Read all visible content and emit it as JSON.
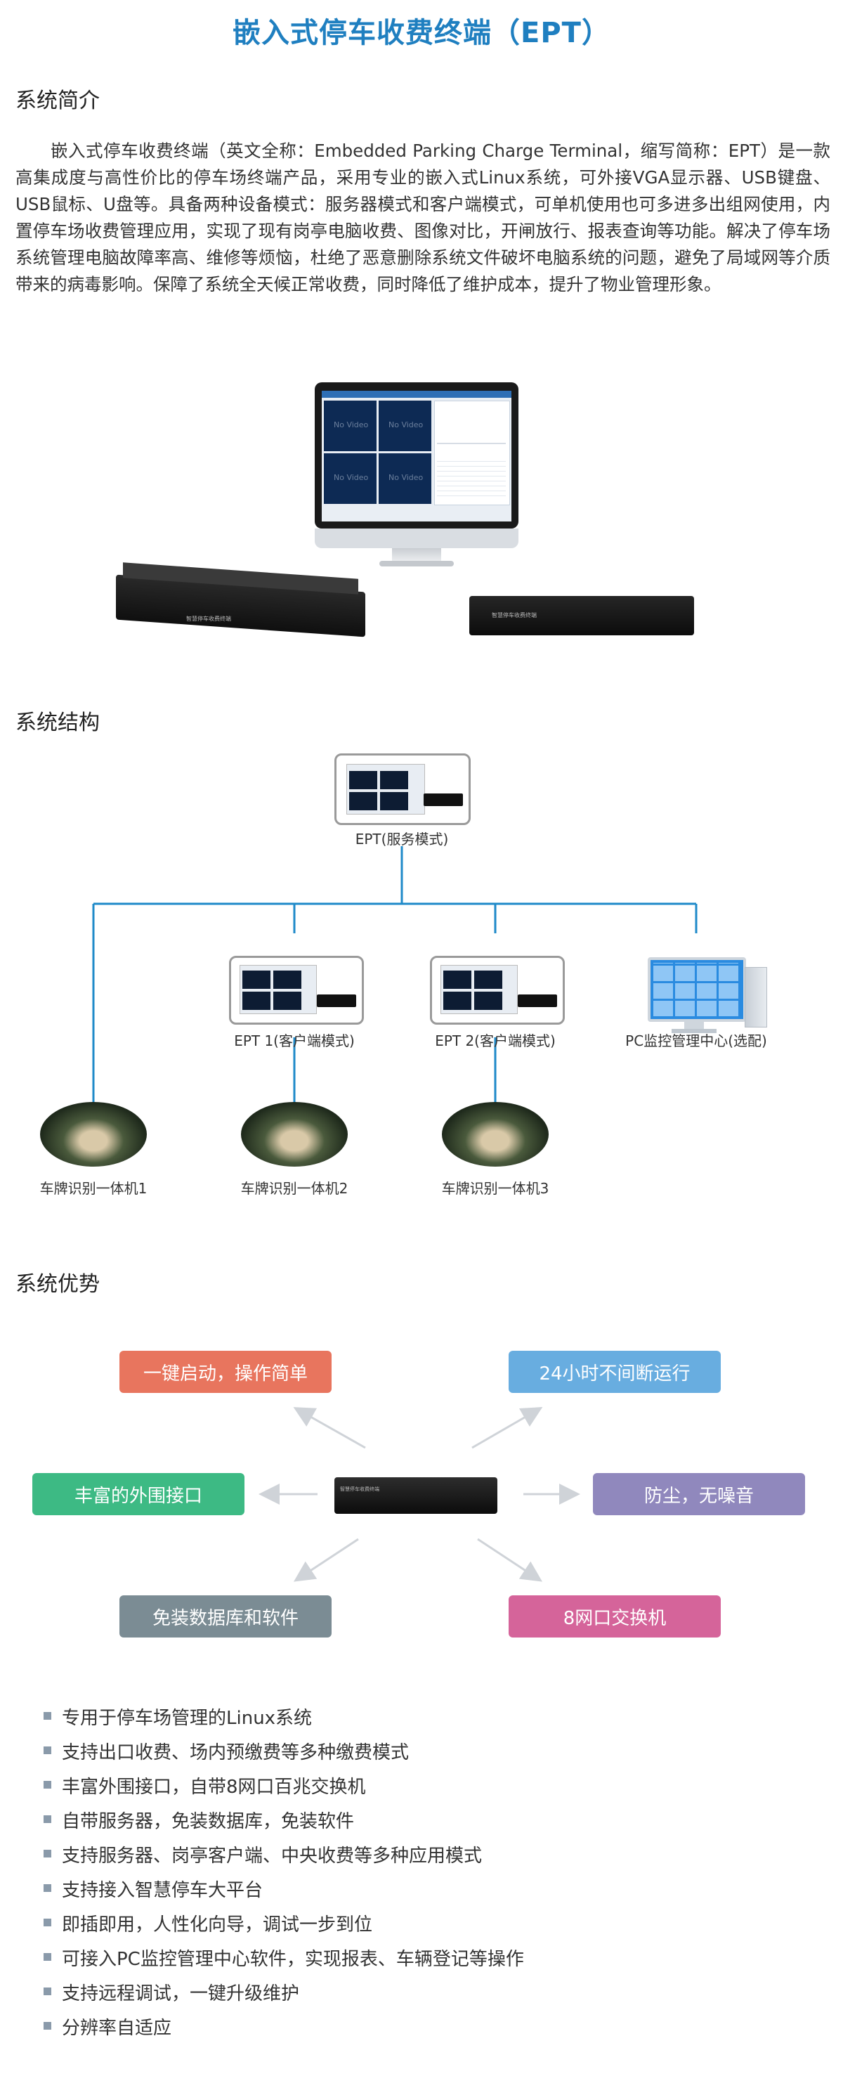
{
  "title": "嵌入式停车收费终端（EPT）",
  "sections": {
    "intro_heading": "系统简介",
    "intro_text": "　　嵌入式停车收费终端（英文全称：Embedded Parking Charge Terminal，缩写简称：EPT）是一款高集成度与高性价比的停车场终端产品，采用专业的嵌入式Linux系统，可外接VGA显示器、USB键盘、USB鼠标、U盘等。具备两种设备模式：服务器模式和客户端模式，可单机使用也可多进多出组网使用，内置停车场收费管理应用，实现了现有岗亭电脑收费、图像对比，开闸放行、报表查询等功能。解决了停车场系统管理电脑故障率高、维修等烦恼，杜绝了恶意删除系统文件破坏电脑系统的问题，避免了局域网等介质带来的病毒影响。保障了系统全天候正常收费，同时降低了维护成本，提升了物业管理形象。",
    "structure_heading": "系统结构",
    "advantages_heading": "系统优势"
  },
  "product": {
    "screen_text": "No Video",
    "device_brand": "智慧停车收费终端"
  },
  "structure": {
    "server": "EPT(服务模式)",
    "client1": "EPT 1(客户端模式)",
    "client2": "EPT 2(客户端模式)",
    "pc": "PC监控管理中心(选配)",
    "cam1": "车牌识别一体机1",
    "cam2": "车牌识别一体机2",
    "cam3": "车牌识别一体机3"
  },
  "advantages": {
    "a1": "一键启动，操作简单",
    "a2": "24小时不间断运行",
    "a3": "丰富的外围接口",
    "a4": "防尘，无噪音",
    "a5": "免装数据库和软件",
    "a6": "8网口交换机",
    "colors": {
      "a1": "#e8755e",
      "a2": "#68ade0",
      "a3": "#3dba84",
      "a4": "#9088bd",
      "a5": "#7b8c94",
      "a6": "#d5649a",
      "line": "#1f8ac9",
      "title": "#1f7fc0"
    }
  },
  "features": [
    "专用于停车场管理的Linux系统",
    "支持出口收费、场内预缴费等多种缴费模式",
    "丰富外围接口，自带8网口百兆交换机",
    "自带服务器，免装数据库，免装软件",
    "支持服务器、岗亭客户端、中央收费等多种应用模式",
    "支持接入智慧停车大平台",
    "即插即用，人性化向导，调试一步到位",
    "可接入PC监控管理中心软件，实现报表、车辆登记等操作",
    "支持远程调试，一键升级维护",
    "分辨率自适应"
  ]
}
